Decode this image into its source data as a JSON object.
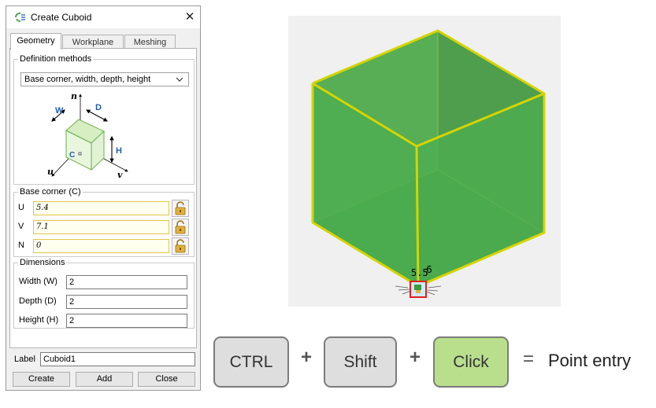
{
  "dialog": {
    "title": "Create Cuboid",
    "tabs": [
      {
        "label": "Geometry"
      },
      {
        "label": "Workplane"
      },
      {
        "label": "Meshing"
      }
    ],
    "definition": {
      "group_label": "Definition methods",
      "selected": "Base corner, width, depth, height",
      "diagram_labels": {
        "n": "n",
        "u": "u",
        "v": "v",
        "w": "W",
        "d": "D",
        "h": "H",
        "c": "C"
      }
    },
    "base_corner": {
      "group_label": "Base corner (C)",
      "fields": [
        {
          "label": "U",
          "value": "5.4"
        },
        {
          "label": "V",
          "value": "7.1"
        },
        {
          "label": "N",
          "value": "0"
        }
      ]
    },
    "dimensions": {
      "group_label": "Dimensions",
      "fields": [
        {
          "label": "Width (W)",
          "value": "2"
        },
        {
          "label": "Depth (D)",
          "value": "2"
        },
        {
          "label": "Height (H)",
          "value": "2"
        }
      ]
    },
    "label_field": {
      "label": "Label",
      "value": "Cuboid1"
    },
    "buttons": {
      "create": "Create",
      "add": "Add",
      "close": "Close"
    }
  },
  "viewport": {
    "cursor_readout_x": "5.5",
    "cursor_readout_y": "6"
  },
  "shortcut": {
    "keys": [
      "CTRL",
      "Shift",
      "Click"
    ],
    "plus": "+",
    "equals": "=",
    "result": "Point entry"
  },
  "colors": {
    "cube_fill": "#4caf50",
    "cube_edge": "#d4d400",
    "click_key": "#b9df8d",
    "key_gray": "#dedede",
    "lock_gold": "#e2b13c"
  }
}
